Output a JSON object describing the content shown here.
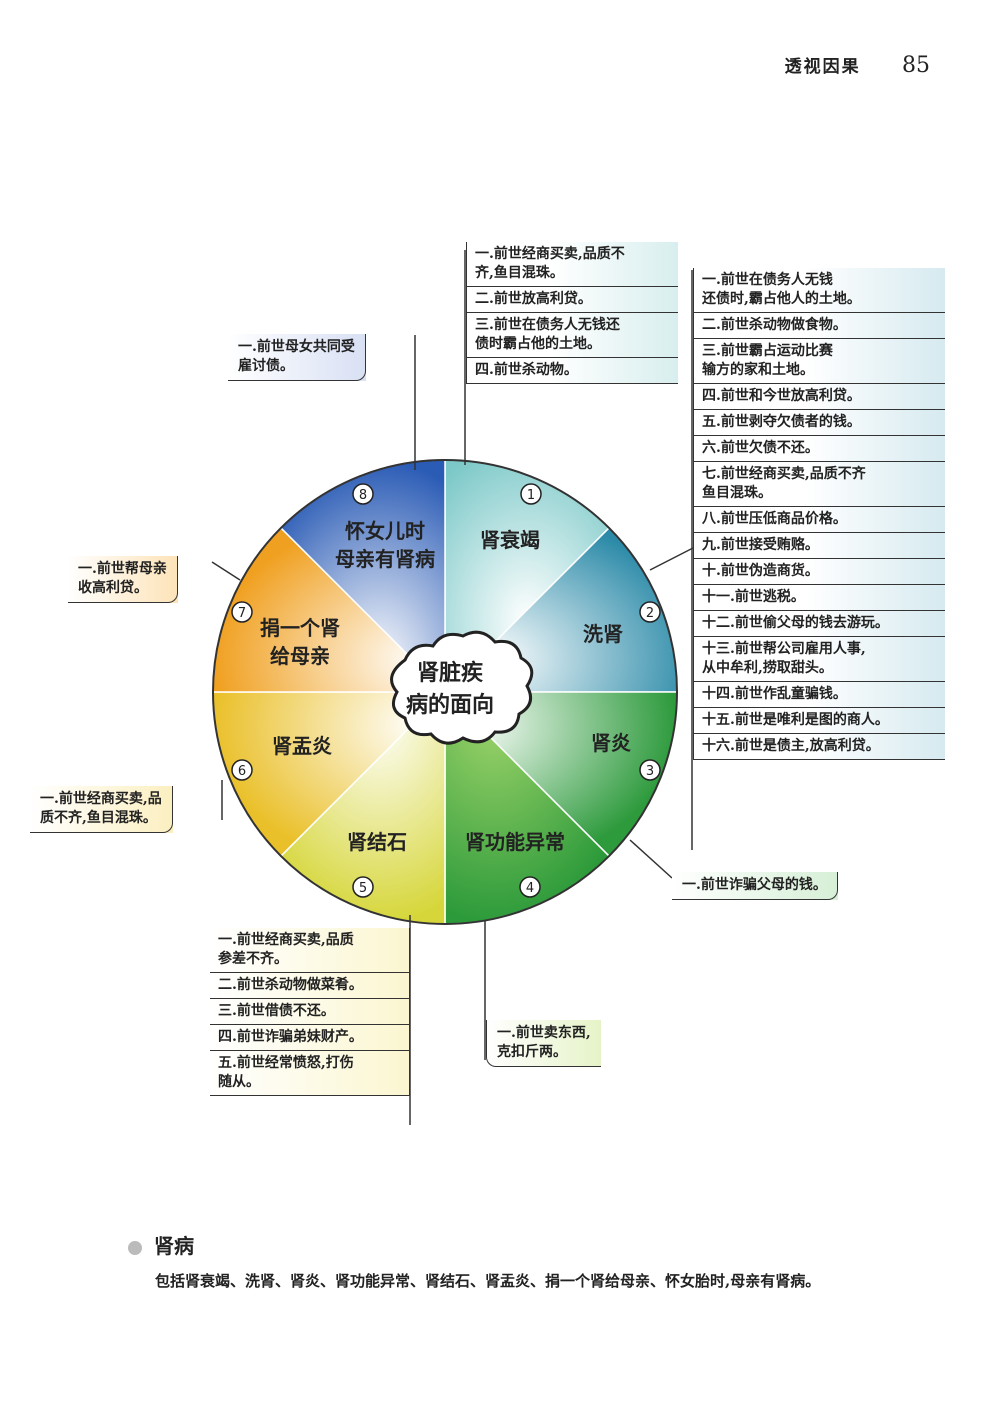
{
  "header": {
    "title": "透视因果",
    "page": "85"
  },
  "diagram": {
    "center": "肾脏疾\n病的面向",
    "sectors": [
      {
        "num": "1",
        "label": "肾衰竭"
      },
      {
        "num": "2",
        "label": "洗肾"
      },
      {
        "num": "3",
        "label": "肾炎"
      },
      {
        "num": "4",
        "label": "肾功能异常"
      },
      {
        "num": "5",
        "label": "肾结石"
      },
      {
        "num": "6",
        "label": "肾盂炎"
      },
      {
        "num": "7",
        "label": "捐一个肾\n给母亲"
      },
      {
        "num": "8",
        "label": "怀女儿时\n母亲有肾病"
      }
    ],
    "box1": [
      "一.前世经商买卖,品质不\n齐,鱼目混珠。",
      "二.前世放高利贷。",
      "三.前世在债务人无钱还\n债时霸占他的土地。",
      "四.前世杀动物。"
    ],
    "box2": [
      "一.前世在债务人无钱\n还债时,霸占他人的土地。",
      "二.前世杀动物做食物。",
      "三.前世霸占运动比赛\n输方的家和土地。",
      "四.前世和今世放高利贷。",
      "五.前世剥夺欠债者的钱。",
      "六.前世欠债不还。",
      "七.前世经商买卖,品质不齐\n鱼目混珠。",
      "八.前世压低商品价格。",
      "九.前世接受贿赂。",
      "十.前世伪造商货。",
      "十一.前世逃税。",
      "十二.前世偷父母的钱去游玩。",
      "十三.前世帮公司雇用人事,\n从中牟利,捞取甜头。",
      "十四.前世作乱童骗钱。",
      "十五.前世是唯利是图的商人。",
      "十六.前世是债主,放高利贷。"
    ],
    "box3": "一.前世诈骗父母的钱。",
    "box4": "一.前世卖东西,\n克扣斤两。",
    "box5": [
      "一.前世经商买卖,品质\n参差不齐。",
      "二.前世杀动物做菜肴。",
      "三.前世借债不还。",
      "四.前世诈骗弟妹财产。",
      "五.前世经常愤怒,打伤\n随从。"
    ],
    "box6": "一.前世经商买卖,品\n质不齐,鱼目混珠。",
    "box7": "一.前世帮母亲\n收高利贷。",
    "box8": "一.前世母女共同受\n雇讨债。"
  },
  "footer": {
    "title": "肾病",
    "text": "包括肾衰竭、洗肾、肾炎、肾功能异常、肾结石、肾盂炎、捐一个肾给母亲、怀女胎时,母亲有肾病。"
  }
}
